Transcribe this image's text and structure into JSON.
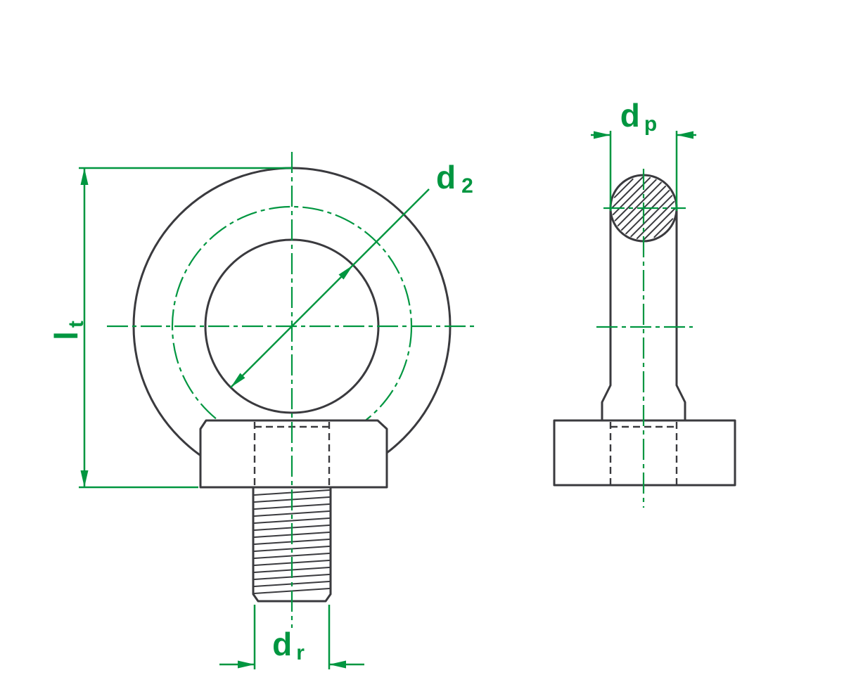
{
  "drawing": {
    "colors": {
      "outline": "#3a3a3e",
      "dimension": "#009640",
      "background": "#ffffff"
    },
    "labels": {
      "lt": {
        "main": "l",
        "sub": "t"
      },
      "d2": {
        "main": "d",
        "sub": "2"
      },
      "dr": {
        "main": "d",
        "sub": "r"
      },
      "dp": {
        "main": "d",
        "sub": "p"
      }
    }
  }
}
